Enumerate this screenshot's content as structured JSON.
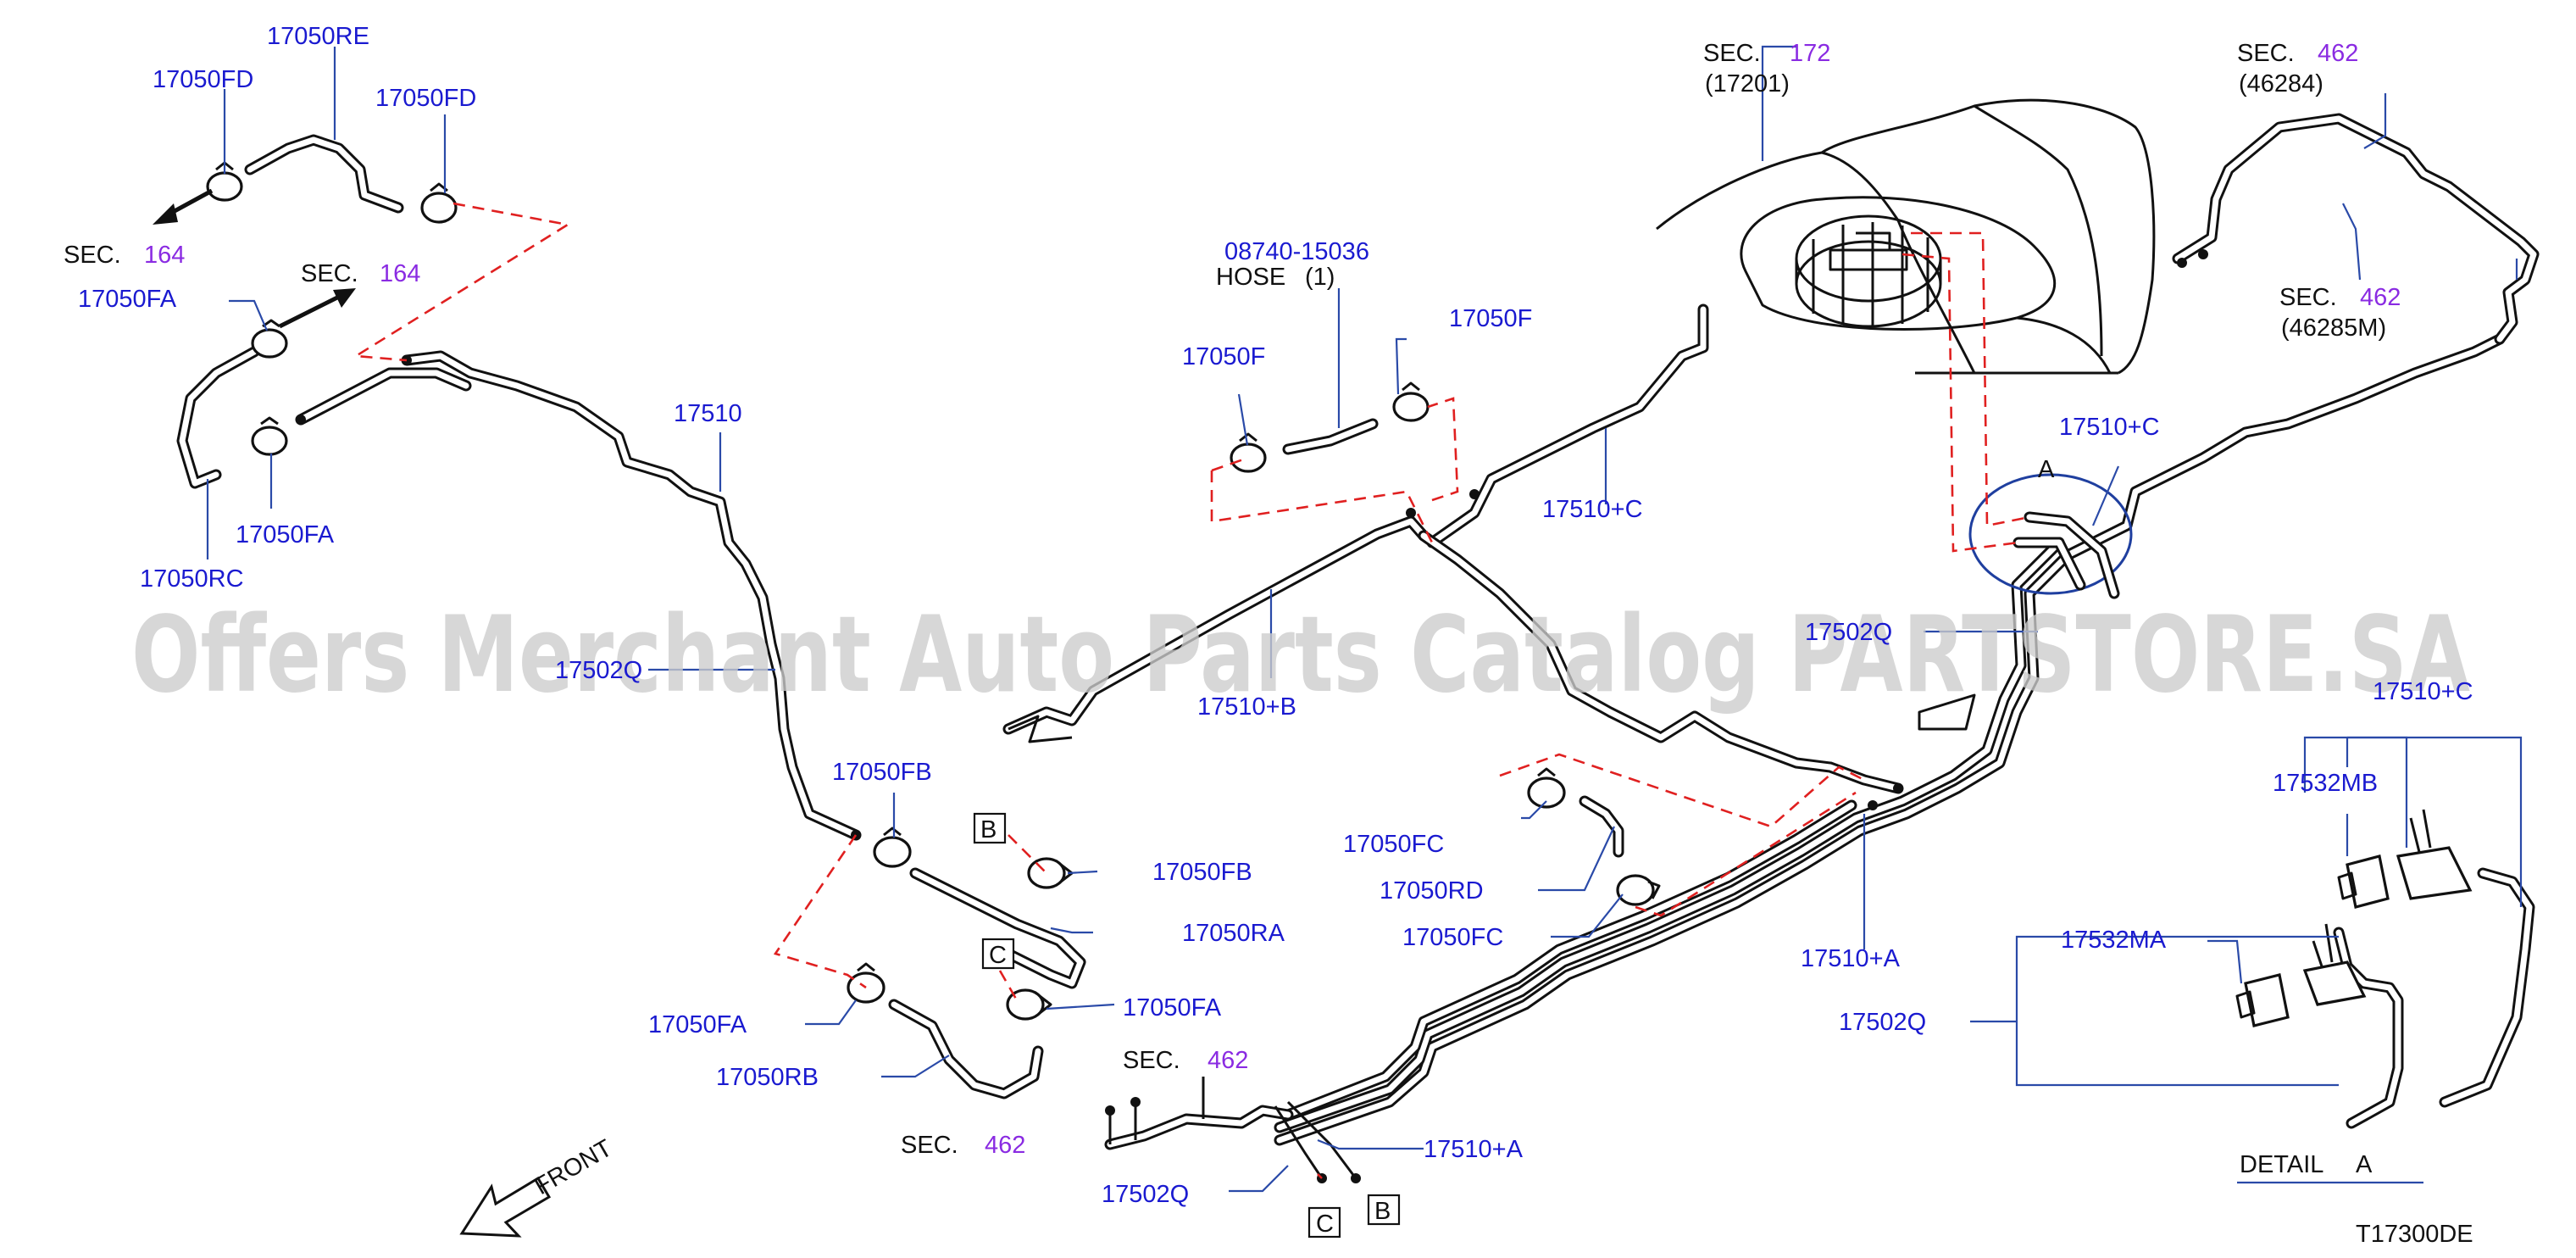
{
  "watermark": "Offers Merchant Auto Parts Catalog PARTSTORE.SA",
  "diagram_code": "T17300DE",
  "front_label": "FRONT",
  "detail_label": "DETAIL",
  "detail_letter": "A",
  "callouts": {
    "a": "A",
    "b": "B",
    "c": "C"
  },
  "sections": {
    "sec_word": "SEC.",
    "s164": "164",
    "s172": "172",
    "s462": "462",
    "ref_17201": "(17201)",
    "ref_46284": "(46284)",
    "ref_46285m": "(46285M)"
  },
  "hose_item": {
    "part": "08740-15036",
    "name": "HOSE",
    "qty": "(1)"
  },
  "parts": {
    "p17050re": "17050RE",
    "p17050fd": "17050FD",
    "p17050fa": "17050FA",
    "p17050rc": "17050RC",
    "p17510": "17510",
    "p17502q": "17502Q",
    "p17050f": "17050F",
    "p17510b": "17510+B",
    "p17510c": "17510+C",
    "p17510a": "17510+A",
    "p17050fb": "17050FB",
    "p17050ra": "17050RA",
    "p17050rb": "17050RB",
    "p17050fc": "17050FC",
    "p17050rd": "17050RD",
    "p17532mb": "17532MB",
    "p17532ma": "17532MA"
  },
  "colors": {
    "part_number": "#1a1ad0",
    "section_number": "#8a2be2",
    "dashed_guide": "#e02020",
    "detail_circle": "#1f3f9f"
  }
}
